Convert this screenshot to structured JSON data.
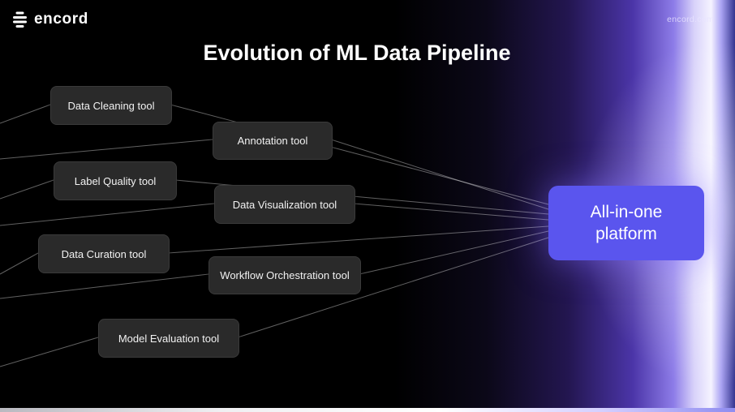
{
  "brand": {
    "logo_text": "encord",
    "site_url_text": "encord.com"
  },
  "title": "Evolution of ML Data Pipeline",
  "diagram": {
    "tools": [
      {
        "label": "Data Cleaning tool"
      },
      {
        "label": "Annotation tool"
      },
      {
        "label": "Label Quality tool"
      },
      {
        "label": "Data Visualization tool"
      },
      {
        "label": "Data Curation tool"
      },
      {
        "label": "Workflow Orchestration tool"
      },
      {
        "label": "Model Evaluation tool"
      }
    ],
    "platform_label": "All-in-one platform",
    "connections": [
      {
        "from": "Data Cleaning tool",
        "to": "All-in-one platform"
      },
      {
        "from": "Annotation tool",
        "to": "All-in-one platform"
      },
      {
        "from": "Label Quality tool",
        "to": "All-in-one platform"
      },
      {
        "from": "Data Visualization tool",
        "to": "All-in-one platform"
      },
      {
        "from": "Data Curation tool",
        "to": "All-in-one platform"
      },
      {
        "from": "Workflow Orchestration tool",
        "to": "All-in-one platform"
      },
      {
        "from": "Model Evaluation tool",
        "to": "All-in-one platform"
      }
    ],
    "colors": {
      "background": "#000000",
      "tool_box_bg": "#2a2a2a",
      "platform_bg": "#5a55ee",
      "glow_accent": "#8d7ce8",
      "connector_line": "rgba(255,255,255,0.38)"
    }
  }
}
